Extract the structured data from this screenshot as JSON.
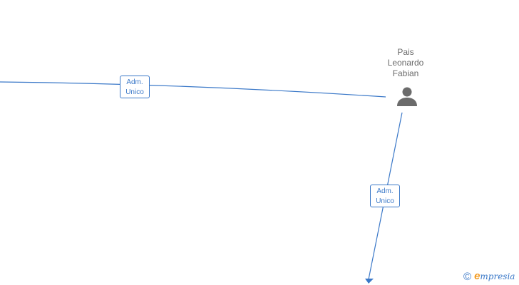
{
  "node": {
    "name_lines": [
      "Pais",
      "Leonardo",
      "Fabian"
    ],
    "icon": "person-icon",
    "color": "#6b6b6b"
  },
  "edges": [
    {
      "label_lines": [
        "Adm.",
        "Unico"
      ]
    },
    {
      "label_lines": [
        "Adm.",
        "Unico"
      ]
    }
  ],
  "brand": {
    "copyright_symbol": "©",
    "logo_initial": "e",
    "logo_rest": "mpresia"
  },
  "colors": {
    "edge": "#3a78c8",
    "brand_accent": "#f39a1e"
  }
}
